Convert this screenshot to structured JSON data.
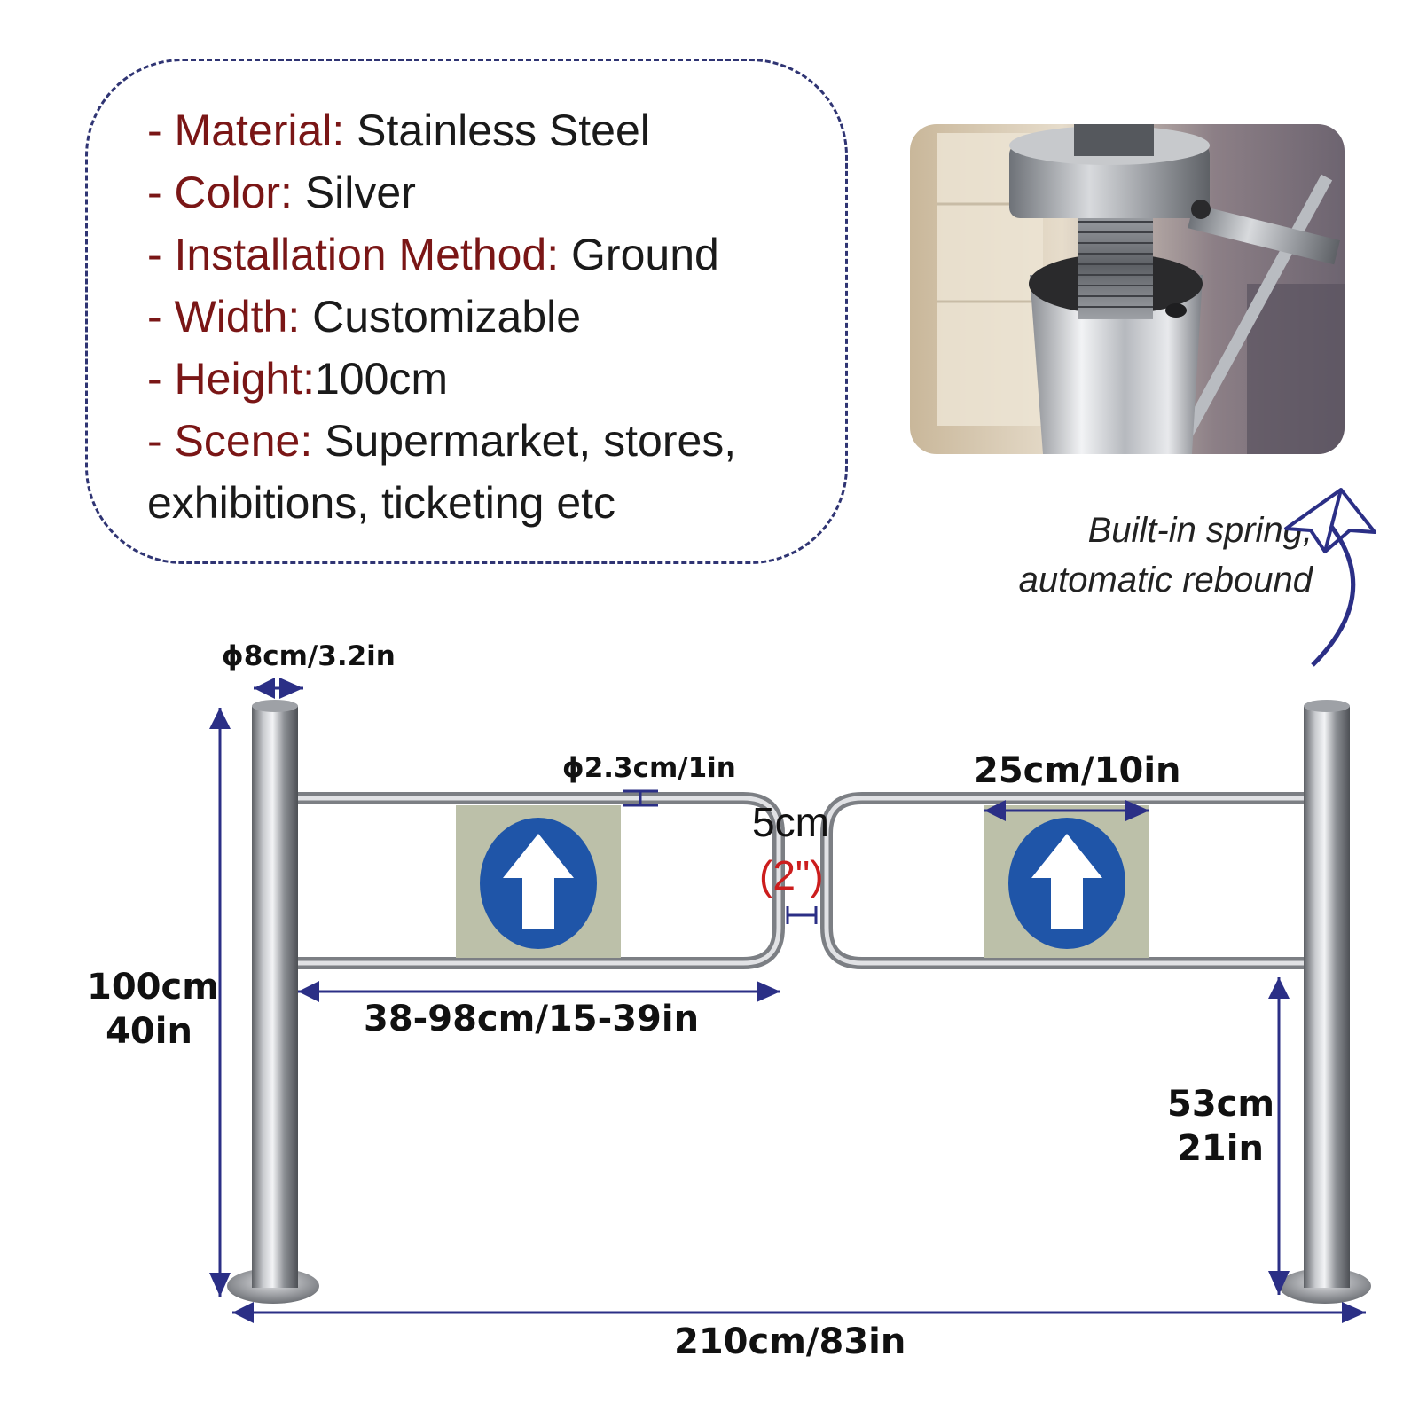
{
  "specs": [
    {
      "label": "- Material:",
      "value": " Stainless Steel"
    },
    {
      "label": "- Color:",
      "value": " Silver"
    },
    {
      "label": "- Installation Method:",
      "value": " Ground"
    },
    {
      "label": "- Width:",
      "value": " Customizable"
    },
    {
      "label": "- Height:",
      "value": "100cm"
    },
    {
      "label": "- Scene:",
      "value": " Supermarket, stores,"
    }
  ],
  "specs_continuation": "exhibitions, ticketing etc",
  "caption": {
    "line1": "Built-in spring,",
    "line2": "automatic rebound"
  },
  "dimensions": {
    "post_diameter": "ϕ8cm/3.2in",
    "tube_diameter": "ϕ2.3cm/1in",
    "sign_width": "25cm/10in",
    "gap_cm": "5cm",
    "gap_in": "(2\")",
    "arm_length": "38-98cm/15-39in",
    "height_cm": "100cm",
    "height_in": "40in",
    "lower_bar_cm": "53cm",
    "lower_bar_in": "21in",
    "total_width": "210cm/83in"
  },
  "colors": {
    "dimension_line": "#2b2f86",
    "label_dark_red": "#7a1616",
    "sign_blue": "#1f55a8",
    "gap_inch_red": "#cc1d1d"
  }
}
